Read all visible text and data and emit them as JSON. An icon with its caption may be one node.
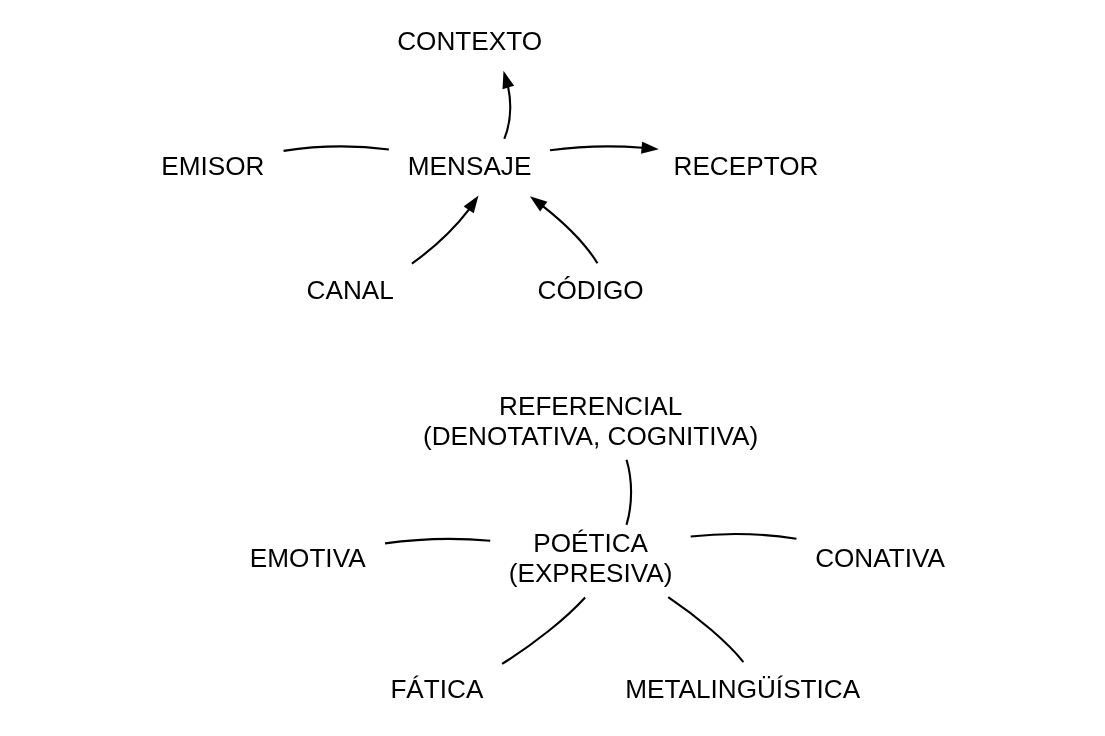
{
  "diagram": {
    "nodes": [
      {
        "text": [
          "CONTEXTO"
        ]
      },
      {
        "text": [
          "EMISOR"
        ]
      },
      {
        "text": [
          "MENSAJE"
        ]
      },
      {
        "text": [
          "RECEPTOR"
        ]
      },
      {
        "text": [
          "CANAL"
        ]
      },
      {
        "text": [
          "CÓDIGO"
        ]
      },
      {
        "text": [
          "REFERENCIAL",
          "(DENOTATIVA, COGNITIVA)"
        ]
      },
      {
        "text": [
          "EMOTIVA"
        ]
      },
      {
        "text": [
          "POÉTICA",
          "(EXPRESIVA)"
        ]
      },
      {
        "text": [
          "CONATIVA"
        ]
      },
      {
        "text": [
          "FÁTICA"
        ]
      },
      {
        "text": [
          "METALINGÜÍSTICA"
        ]
      }
    ],
    "edges": [
      {
        "from": 2,
        "to": 0,
        "arrow": "to"
      },
      {
        "from": 1,
        "to": 2,
        "arrow": "none"
      },
      {
        "from": 2,
        "to": 3,
        "arrow": "to"
      },
      {
        "from": 4,
        "to": 2,
        "arrow": "to"
      },
      {
        "from": 5,
        "to": 2,
        "arrow": "to"
      },
      {
        "from": 6,
        "to": 8,
        "arrow": "none"
      },
      {
        "from": 7,
        "to": 8,
        "arrow": "none"
      },
      {
        "from": 8,
        "to": 9,
        "arrow": "none"
      },
      {
        "from": 8,
        "to": 10,
        "arrow": "none"
      },
      {
        "from": 8,
        "to": 11,
        "arrow": "none"
      }
    ]
  }
}
